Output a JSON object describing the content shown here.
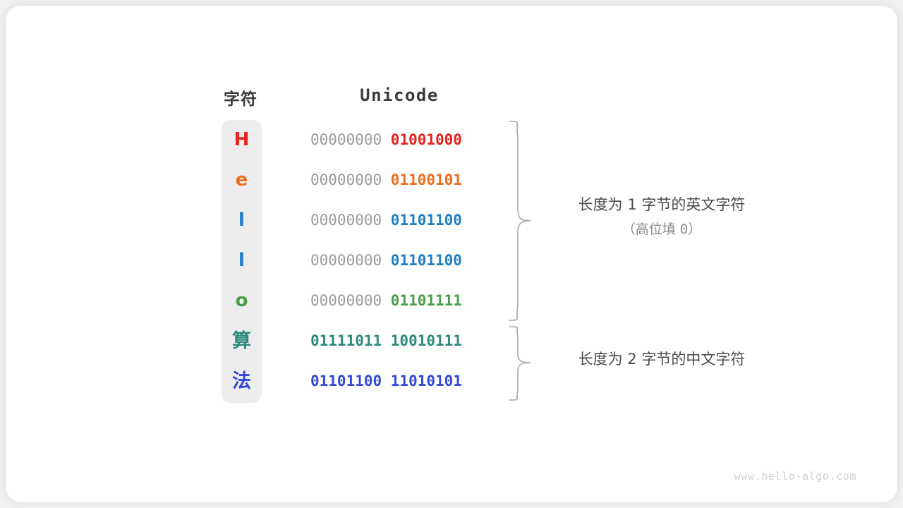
{
  "headers": {
    "character": "字符",
    "unicode": "Unicode"
  },
  "colors": {
    "red": "#e8221e",
    "orange": "#ed6c1f",
    "blue": "#1f7ec4",
    "green": "#4a9e4a",
    "teal": "#2e8b7a",
    "indigo": "#3348d8",
    "gray_high_bits": "#9a9a9a",
    "column_background": "#ededed",
    "card_background": "#ffffff",
    "page_background": "#f2f2f2",
    "annotation_text": "#4a4a4a",
    "annotation_sub_text": "#8a8a8a",
    "watermark": "#d0d0d0",
    "brace_stroke": "#a8a8a8"
  },
  "rows": [
    {
      "char": "H",
      "color": "#e8221e",
      "high": "00000000 ",
      "low": "01001000",
      "cjk": false
    },
    {
      "char": "e",
      "color": "#ed6c1f",
      "high": "00000000 ",
      "low": "01100101",
      "cjk": false
    },
    {
      "char": "l",
      "color": "#1f7ec4",
      "high": "00000000 ",
      "low": "01101100",
      "cjk": false
    },
    {
      "char": "l",
      "color": "#1f7ec4",
      "high": "00000000 ",
      "low": "01101100",
      "cjk": false
    },
    {
      "char": "o",
      "color": "#4a9e4a",
      "high": "00000000 ",
      "low": "01101111",
      "cjk": false
    },
    {
      "char": "算",
      "color": "#2e8b7a",
      "high": "",
      "low": "01111011 10010111",
      "cjk": true
    },
    {
      "char": "法",
      "color": "#3348d8",
      "high": "",
      "low": "01101100 11010101",
      "cjk": true
    }
  ],
  "annotations": {
    "ascii": {
      "line1": "长度为 1 字节的英文字符",
      "line2_prefix": "（高位填 ",
      "line2_zero": "0",
      "line2_suffix": "）"
    },
    "cjk": {
      "line1": "长度为 2 字节的中文字符"
    }
  },
  "watermark": "www.hello-algo.com"
}
